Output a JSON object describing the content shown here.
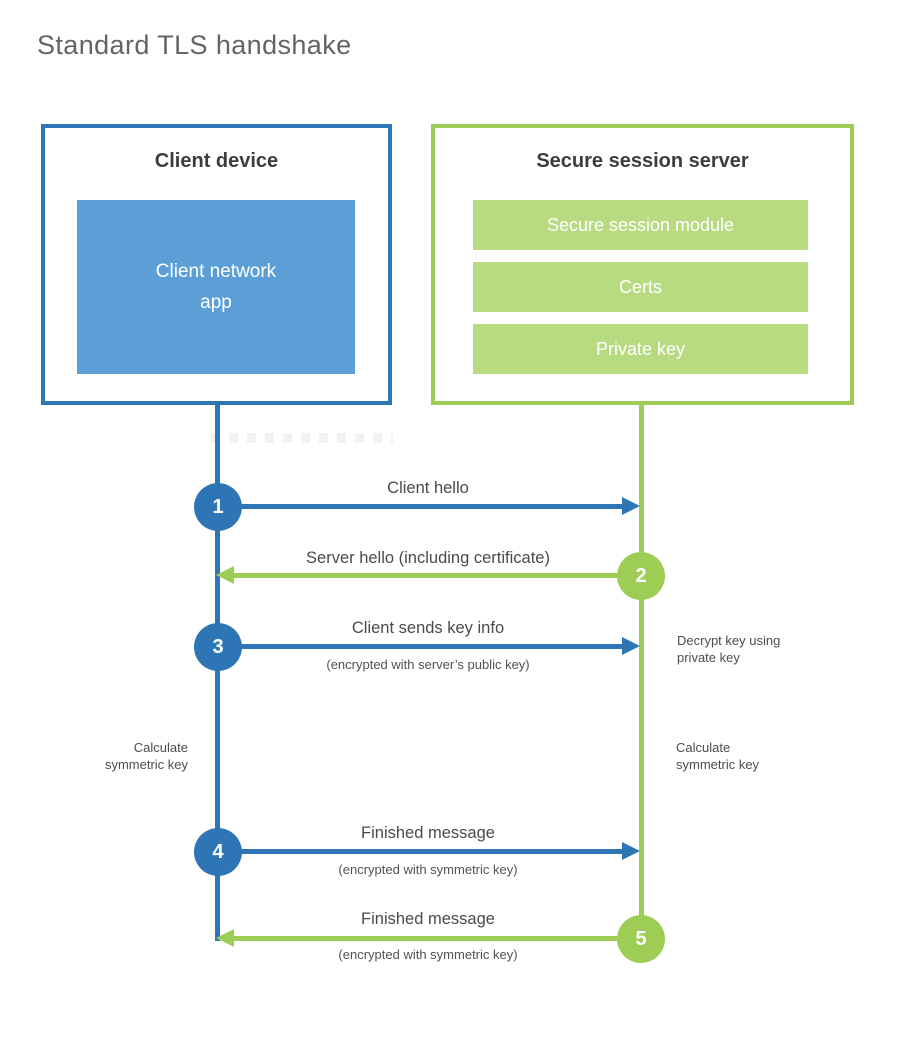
{
  "title": "Standard TLS handshake",
  "colors": {
    "blue": "#2e75b6",
    "blue_fill": "#5b9fd6",
    "green": "#9ecd56",
    "green_fill": "#b8da80",
    "heading_text": "#3d3d3f",
    "label_text": "#4a4a4c",
    "title_text": "#626467"
  },
  "client_box": {
    "title": "Client device",
    "app_label": "Client network\napp"
  },
  "server_box": {
    "title": "Secure session server",
    "modules": [
      "Secure session module",
      "Certs",
      "Private key"
    ]
  },
  "steps": [
    {
      "num": "1",
      "label": "Client hello",
      "direction": "client-to-server"
    },
    {
      "num": "2",
      "label": "Server hello (including certificate)",
      "direction": "server-to-client"
    },
    {
      "num": "3",
      "label": "Client sends key info",
      "sub": "(encrypted with server’s public key)",
      "direction": "client-to-server"
    },
    {
      "num": "4",
      "label": "Finished message",
      "sub": "(encrypted with symmetric key)",
      "direction": "client-to-server"
    },
    {
      "num": "5",
      "label": "Finished message",
      "sub": "(encrypted with symmetric key)",
      "direction": "server-to-client"
    }
  ],
  "annotations": {
    "decrypt_note": "Decrypt key using\nprivate key",
    "calc_left": "Calculate\nsymmetric key",
    "calc_right": "Calculate\nsymmetric key"
  }
}
